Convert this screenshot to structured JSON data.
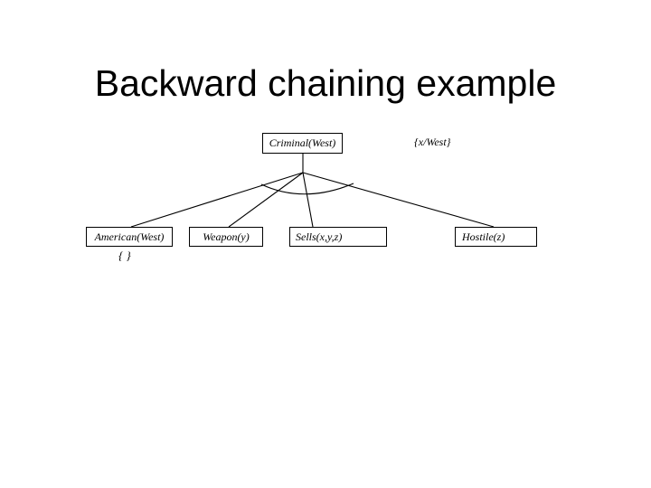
{
  "slide": {
    "title": "Backward chaining example",
    "background_color": "#ffffff",
    "ink_color": "#000000"
  },
  "diagram": {
    "type": "and-or-proof-tree",
    "description": "Backward chaining AND-node proof tree for the goal Criminal(West)",
    "root": {
      "id": "criminal",
      "label": "Criminal(West)",
      "substitution": "{x/West}"
    },
    "conjunction_arc": {
      "name": "and-arc",
      "present": true
    },
    "children": [
      {
        "id": "american",
        "label": "American(West)",
        "substitution": "{ }"
      },
      {
        "id": "weapon",
        "label": "Weapon(y)",
        "substitution": ""
      },
      {
        "id": "sells",
        "label": "Sells(x,y,z)",
        "substitution": ""
      },
      {
        "id": "hostile",
        "label": "Hostile(z)",
        "substitution": ""
      }
    ]
  }
}
